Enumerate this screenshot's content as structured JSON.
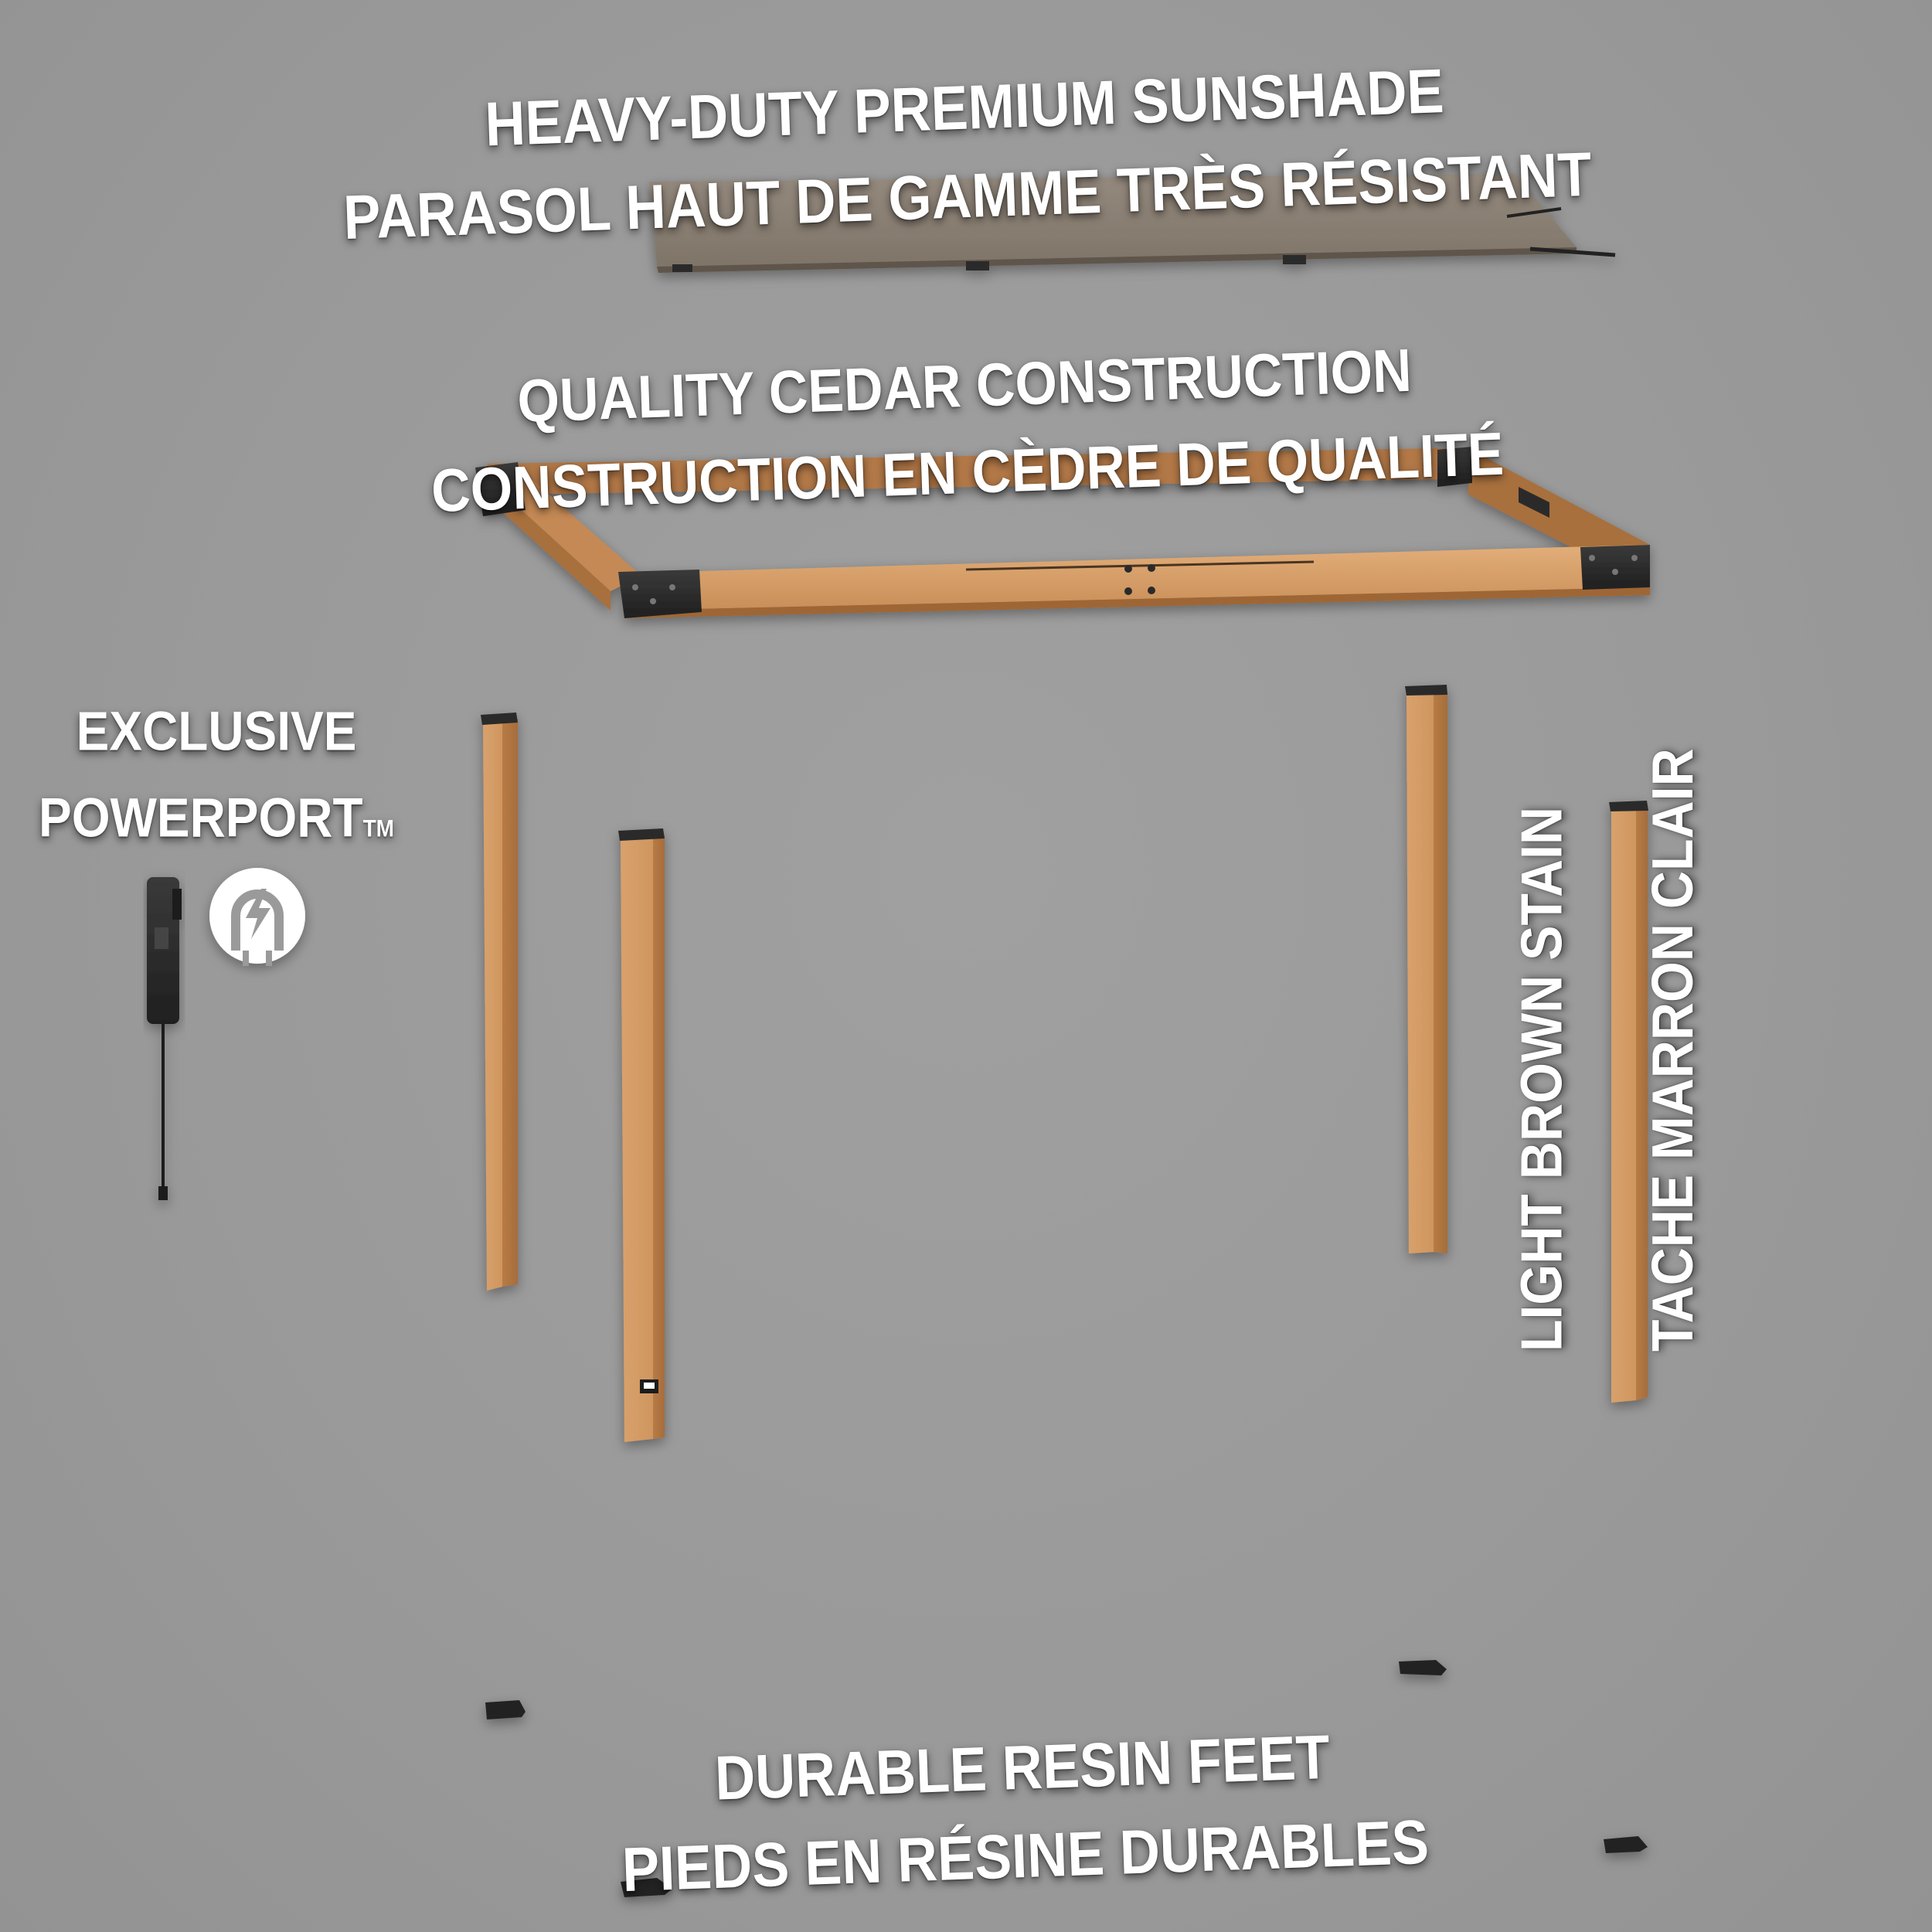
{
  "captions": {
    "sunshade": {
      "line1": "HEAVY-DUTY PREMIUM SUNSHADE",
      "line2": "PARASOL HAUT DE GAMME TRÈS RÉSISTANT"
    },
    "frame": {
      "line1": "QUALITY CEDAR CONSTRUCTION",
      "line2": "CONSTRUCTION EN CÈDRE DE QUALITÉ"
    },
    "powerport": {
      "line1": "EXCLUSIVE",
      "line2": "POWERPORT",
      "trademark": "TM"
    },
    "stain": {
      "line1": "LIGHT BROWN STAIN",
      "line2": "TACHE MARRON CLAIR"
    },
    "feet": {
      "line1": "DURABLE RESIN FEET",
      "line2": "PIEDS EN RÉSINE DURABLES"
    }
  },
  "colors": {
    "background": "#9a9a9a",
    "cedar": "#d39a63",
    "hardware": "#2b2b2b",
    "sunshade_fabric": "#8a7f73",
    "caption_text": "#ffffff"
  },
  "icons": {
    "power": "power-plug-lightning-icon"
  }
}
